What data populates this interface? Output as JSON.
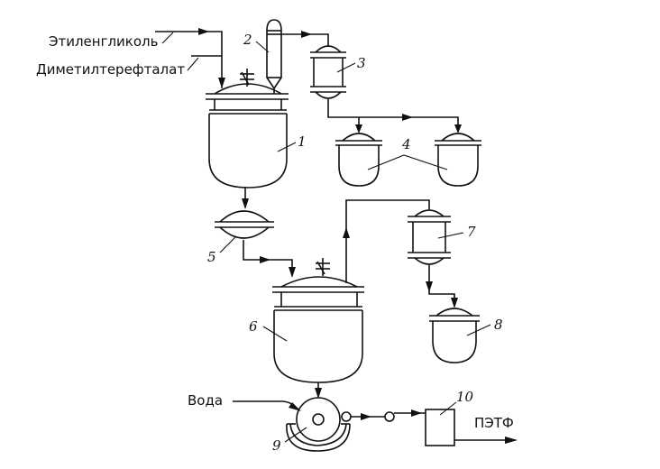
{
  "inputs": {
    "ethylene_glycol": "Этиленгликоль",
    "dimethyl_terephthalate": "Диметилтерефталат",
    "water": "Вода"
  },
  "output": {
    "product": "ПЭТФ"
  },
  "equipment_numbers": {
    "n1": "1",
    "n2": "2",
    "n3": "3",
    "n4": "4",
    "n5": "5",
    "n6": "6",
    "n7": "7",
    "n8": "8",
    "n9": "9",
    "n10": "10"
  }
}
